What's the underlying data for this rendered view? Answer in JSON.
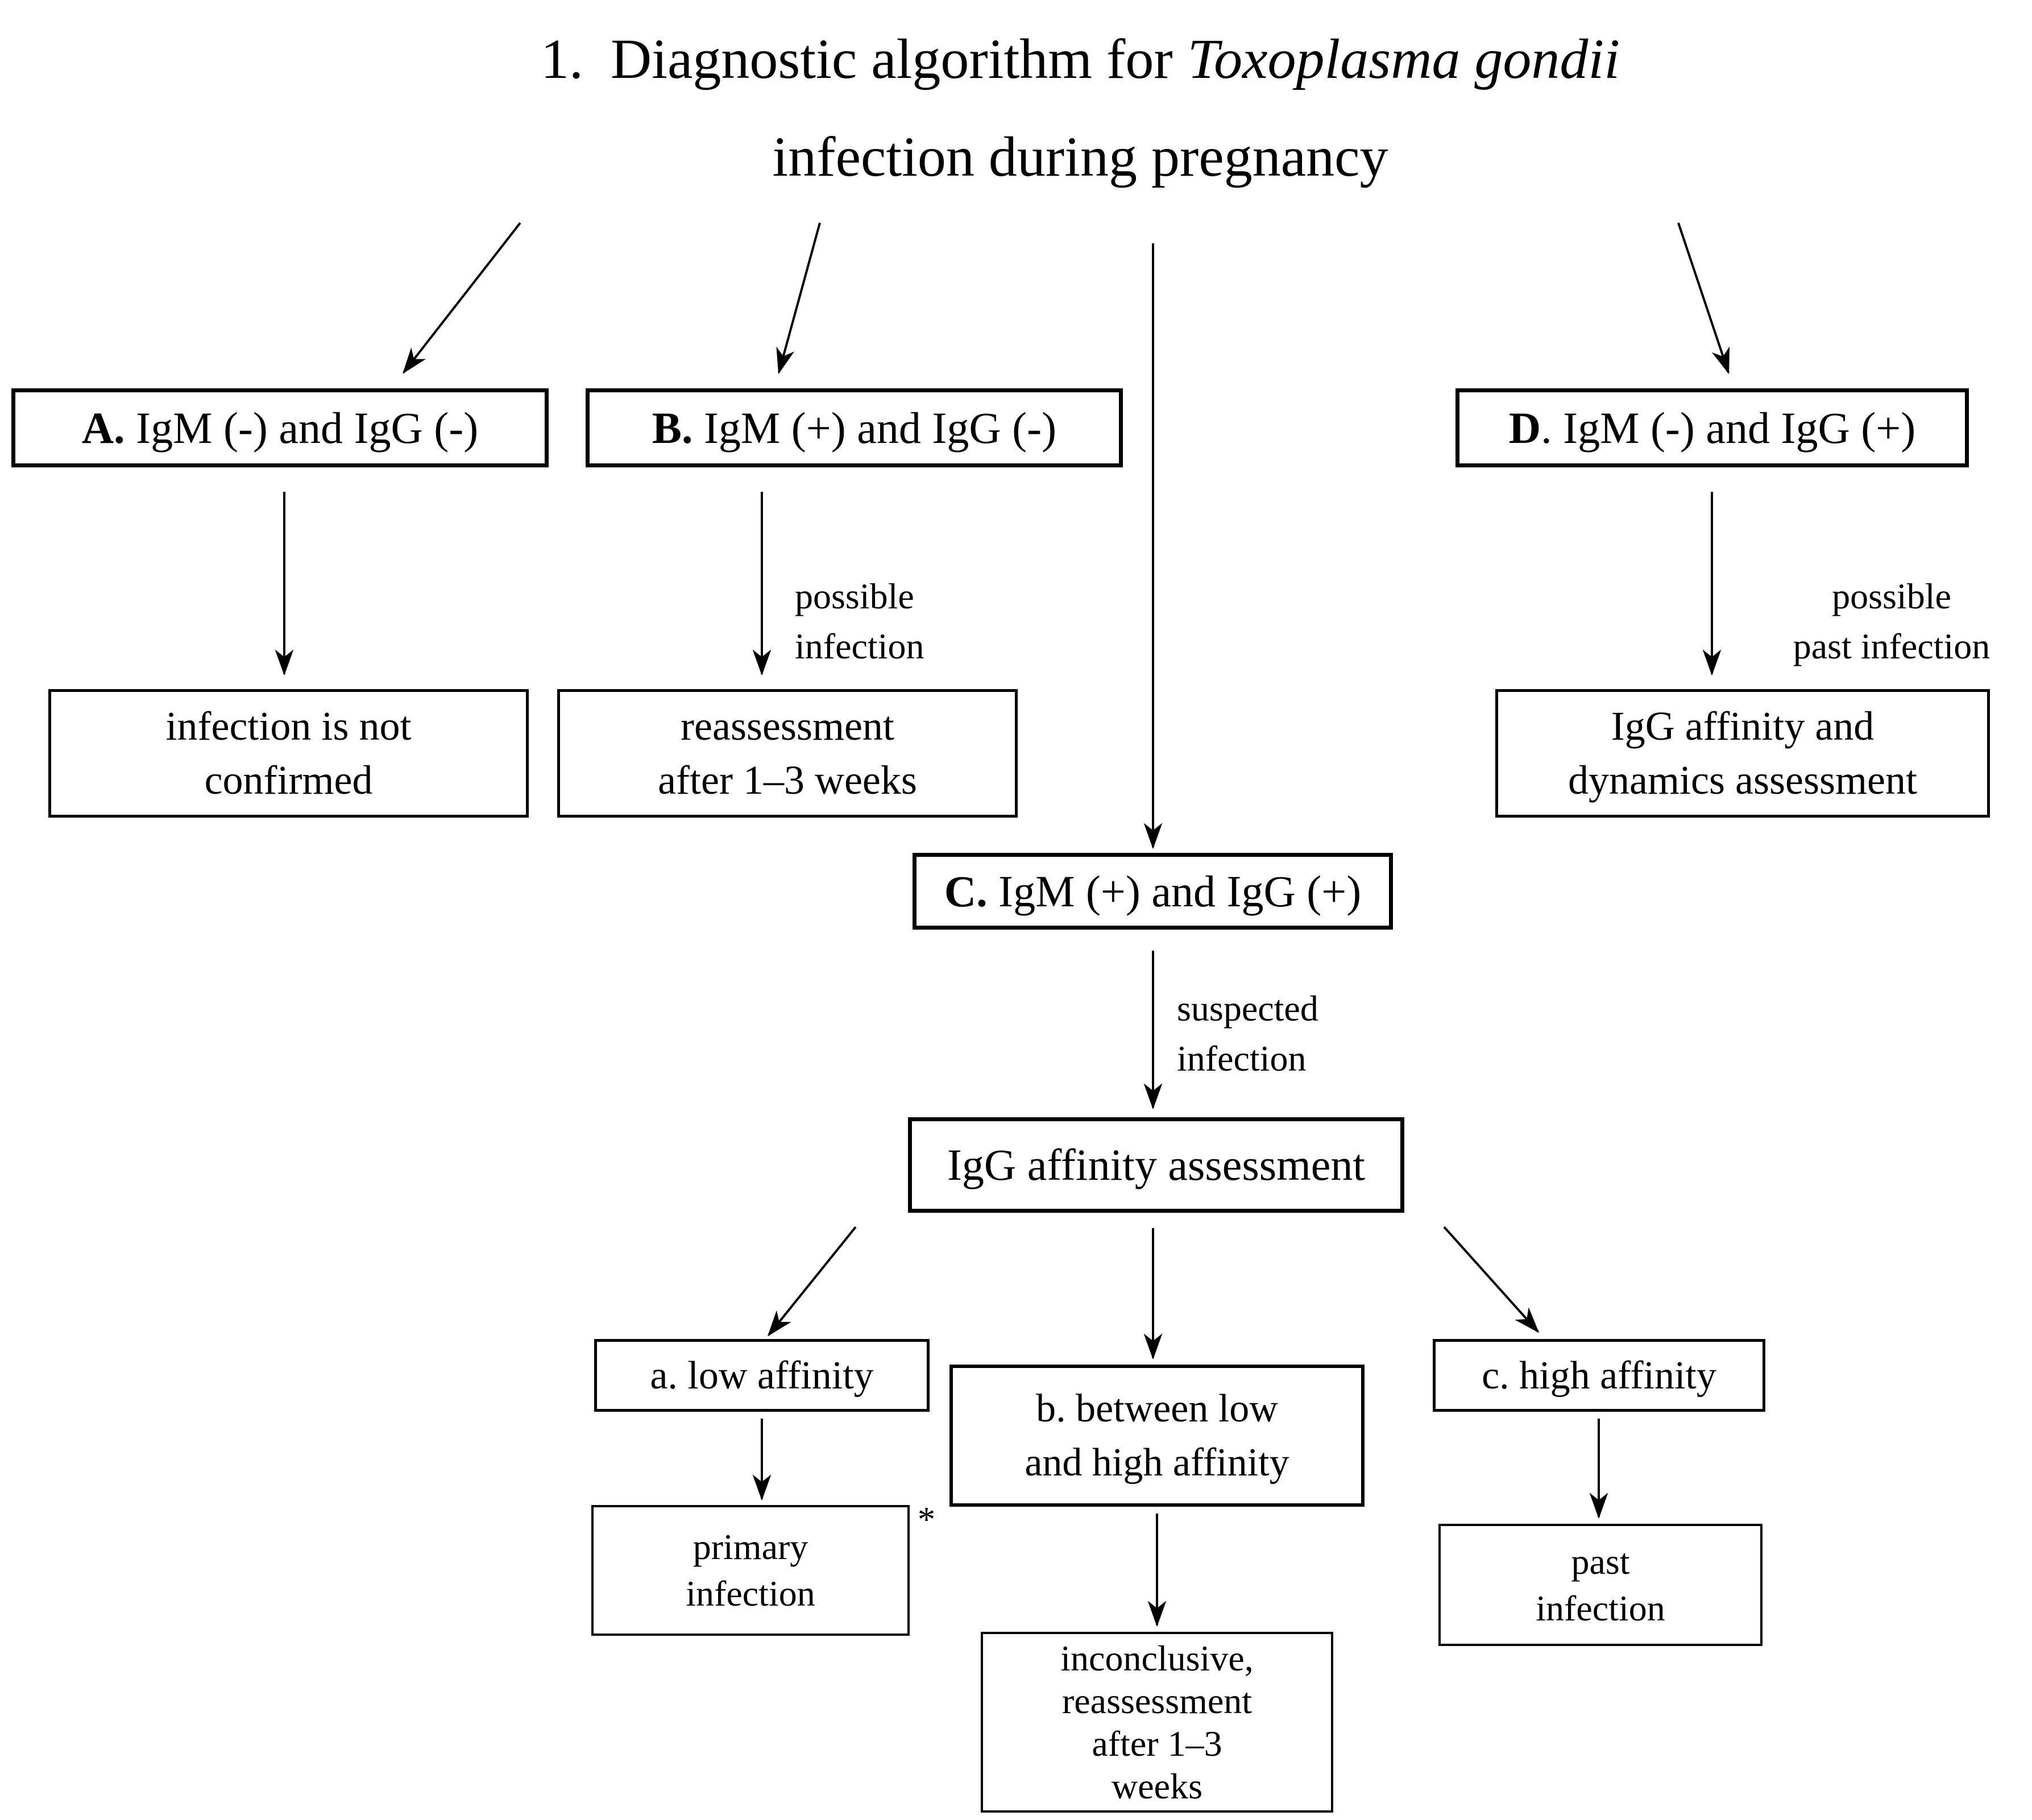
{
  "title": {
    "number": "1.",
    "text": "Diagnostic algorithm for",
    "species_italic": "Toxoplasma gondii",
    "line2": "infection during pregnancy"
  },
  "branches": {
    "a": {
      "id": "A.",
      "condition": " IgM (-) and IgG (-)",
      "outcome_line1": "infection is not",
      "outcome_line2": "confirmed"
    },
    "b": {
      "id": "B.",
      "condition": " IgM (+) and IgG (-)",
      "note_line1": "possible",
      "note_line2": "infection",
      "outcome_line1": "reassessment",
      "outcome_line2": "after 1–3 weeks"
    },
    "d": {
      "id": "D",
      "condition": ". IgM (-) and IgG (+)",
      "note_line1": "possible",
      "note_line2": "past infection",
      "outcome_line1": "IgG affinity and",
      "outcome_line2": "dynamics assessment"
    },
    "c": {
      "id": "C.",
      "condition": " IgM (+) and IgG (+)",
      "note_line1": "suspected",
      "note_line2": "infection",
      "assessment": "IgG affinity assessment"
    }
  },
  "affinity": {
    "low": {
      "label": "a. low affinity",
      "result_line1": "primary",
      "result_line2": "infection",
      "footnote": "*"
    },
    "mid": {
      "label_line1": "b. between low",
      "label_line2": "and high affinity",
      "result_line1": "inconclusive,",
      "result_line2": "reassessment",
      "result_line3": "after 1–3",
      "result_line4": "weeks"
    },
    "high": {
      "label": "c. high affinity",
      "result_line1": "past",
      "result_line2": "infection"
    }
  },
  "colors": {
    "ink": "#000000",
    "background": "#ffffff"
  }
}
